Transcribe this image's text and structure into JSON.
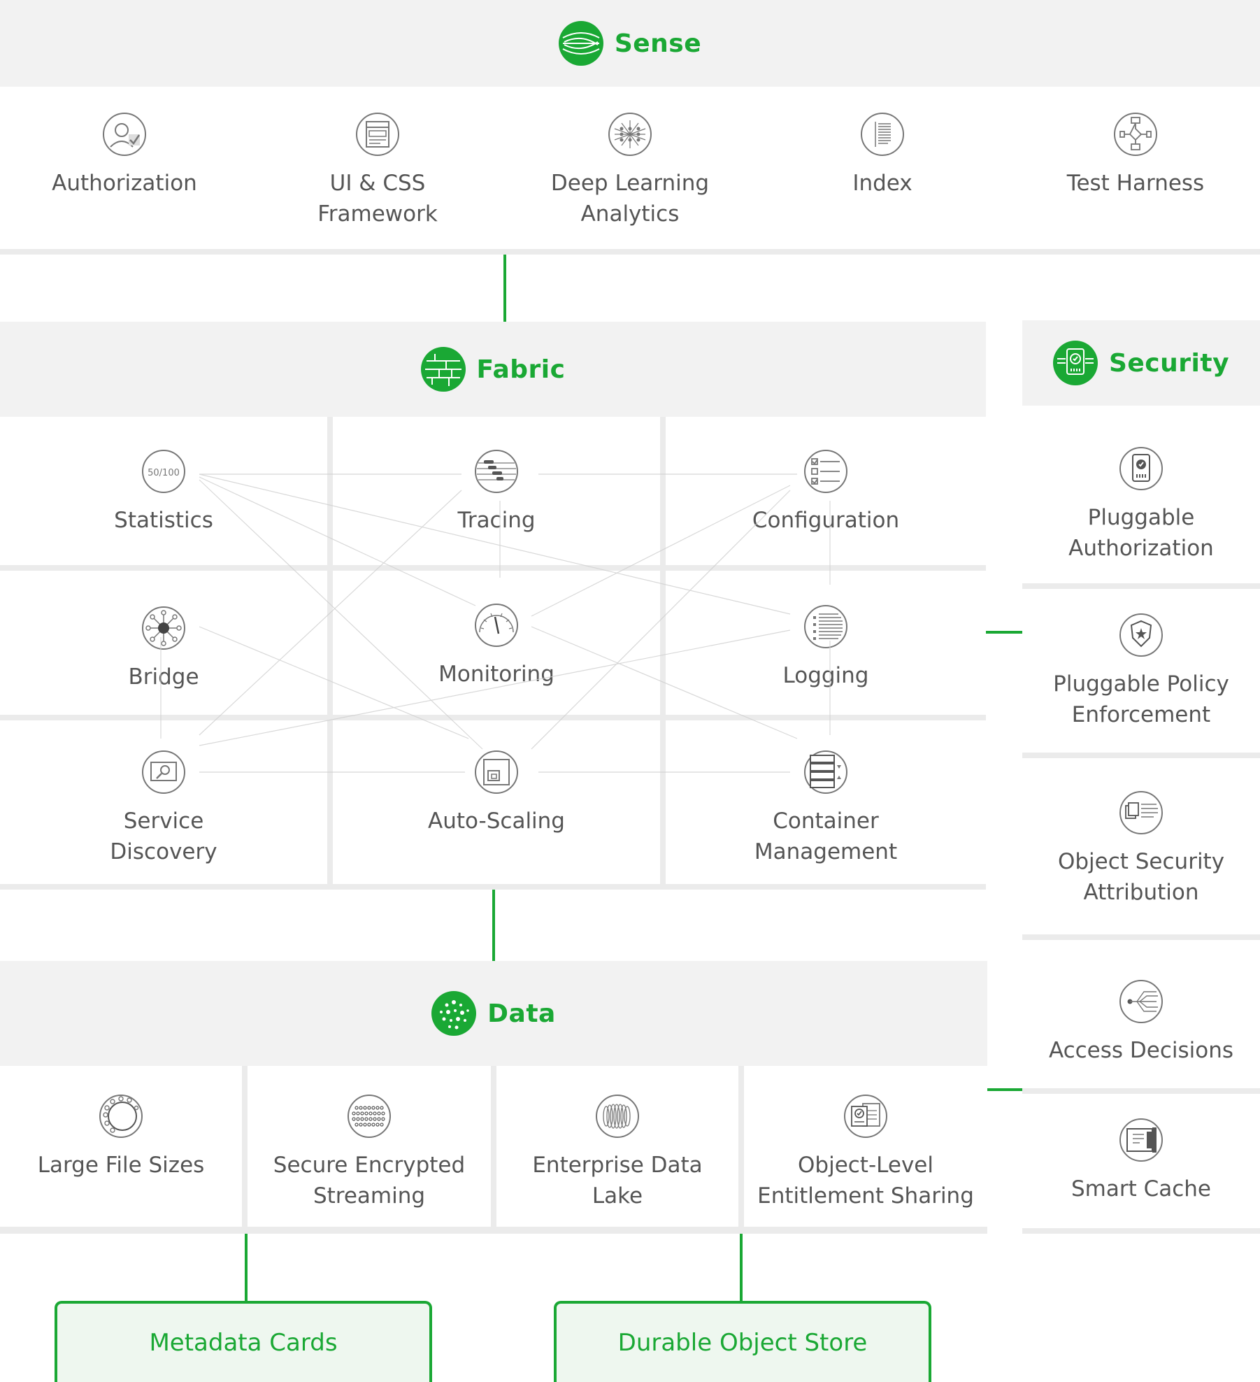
{
  "colors": {
    "accent": "#1aa834",
    "band": "#f2f2f2",
    "grid": "#ebebeb",
    "text": "#555555",
    "icon": "#777777"
  },
  "sense": {
    "title": "Sense",
    "items": [
      {
        "label": "Authorization",
        "icon": "user-check-icon"
      },
      {
        "label": "UI & CSS\nFramework",
        "icon": "layout-icon"
      },
      {
        "label": "Deep Learning\nAnalytics",
        "icon": "neural-network-icon"
      },
      {
        "label": "Index",
        "icon": "index-list-icon"
      },
      {
        "label": "Test Harness",
        "icon": "flowchart-icon"
      }
    ]
  },
  "fabric": {
    "title": "Fabric",
    "items": [
      {
        "label": "Statistics",
        "icon": "statistics-icon",
        "icon_text": "50/100"
      },
      {
        "label": "Tracing",
        "icon": "tracing-icon"
      },
      {
        "label": "Configuration",
        "icon": "checklist-icon"
      },
      {
        "label": "Bridge",
        "icon": "bridge-hub-icon"
      },
      {
        "label": "Monitoring",
        "icon": "gauge-icon"
      },
      {
        "label": "Logging",
        "icon": "log-lines-icon"
      },
      {
        "label": "Service\nDiscovery",
        "icon": "search-window-icon"
      },
      {
        "label": "Auto-Scaling",
        "icon": "scale-box-icon"
      },
      {
        "label": "Container\nManagement",
        "icon": "container-stack-icon"
      }
    ]
  },
  "security": {
    "title": "Security",
    "items": [
      {
        "label": "Pluggable\nAuthorization",
        "icon": "badge-check-icon"
      },
      {
        "label": "Pluggable Policy\nEnforcement",
        "icon": "police-badge-icon"
      },
      {
        "label": "Object Security\nAttribution",
        "icon": "documents-icon"
      },
      {
        "label": "Access Decisions",
        "icon": "decision-flow-icon"
      },
      {
        "label": "Smart Cache",
        "icon": "cache-icon"
      }
    ]
  },
  "data": {
    "title": "Data",
    "items": [
      {
        "label": "Large File Sizes",
        "icon": "ring-dots-icon"
      },
      {
        "label": "Secure Encrypted\nStreaming",
        "icon": "dot-matrix-icon"
      },
      {
        "label": "Enterprise Data\nLake",
        "icon": "coil-icon"
      },
      {
        "label": "Object-Level\nEntitlement Sharing",
        "icon": "shared-docs-icon"
      }
    ]
  },
  "stores": [
    {
      "label": "Metadata Cards"
    },
    {
      "label": "Durable Object Store"
    }
  ]
}
